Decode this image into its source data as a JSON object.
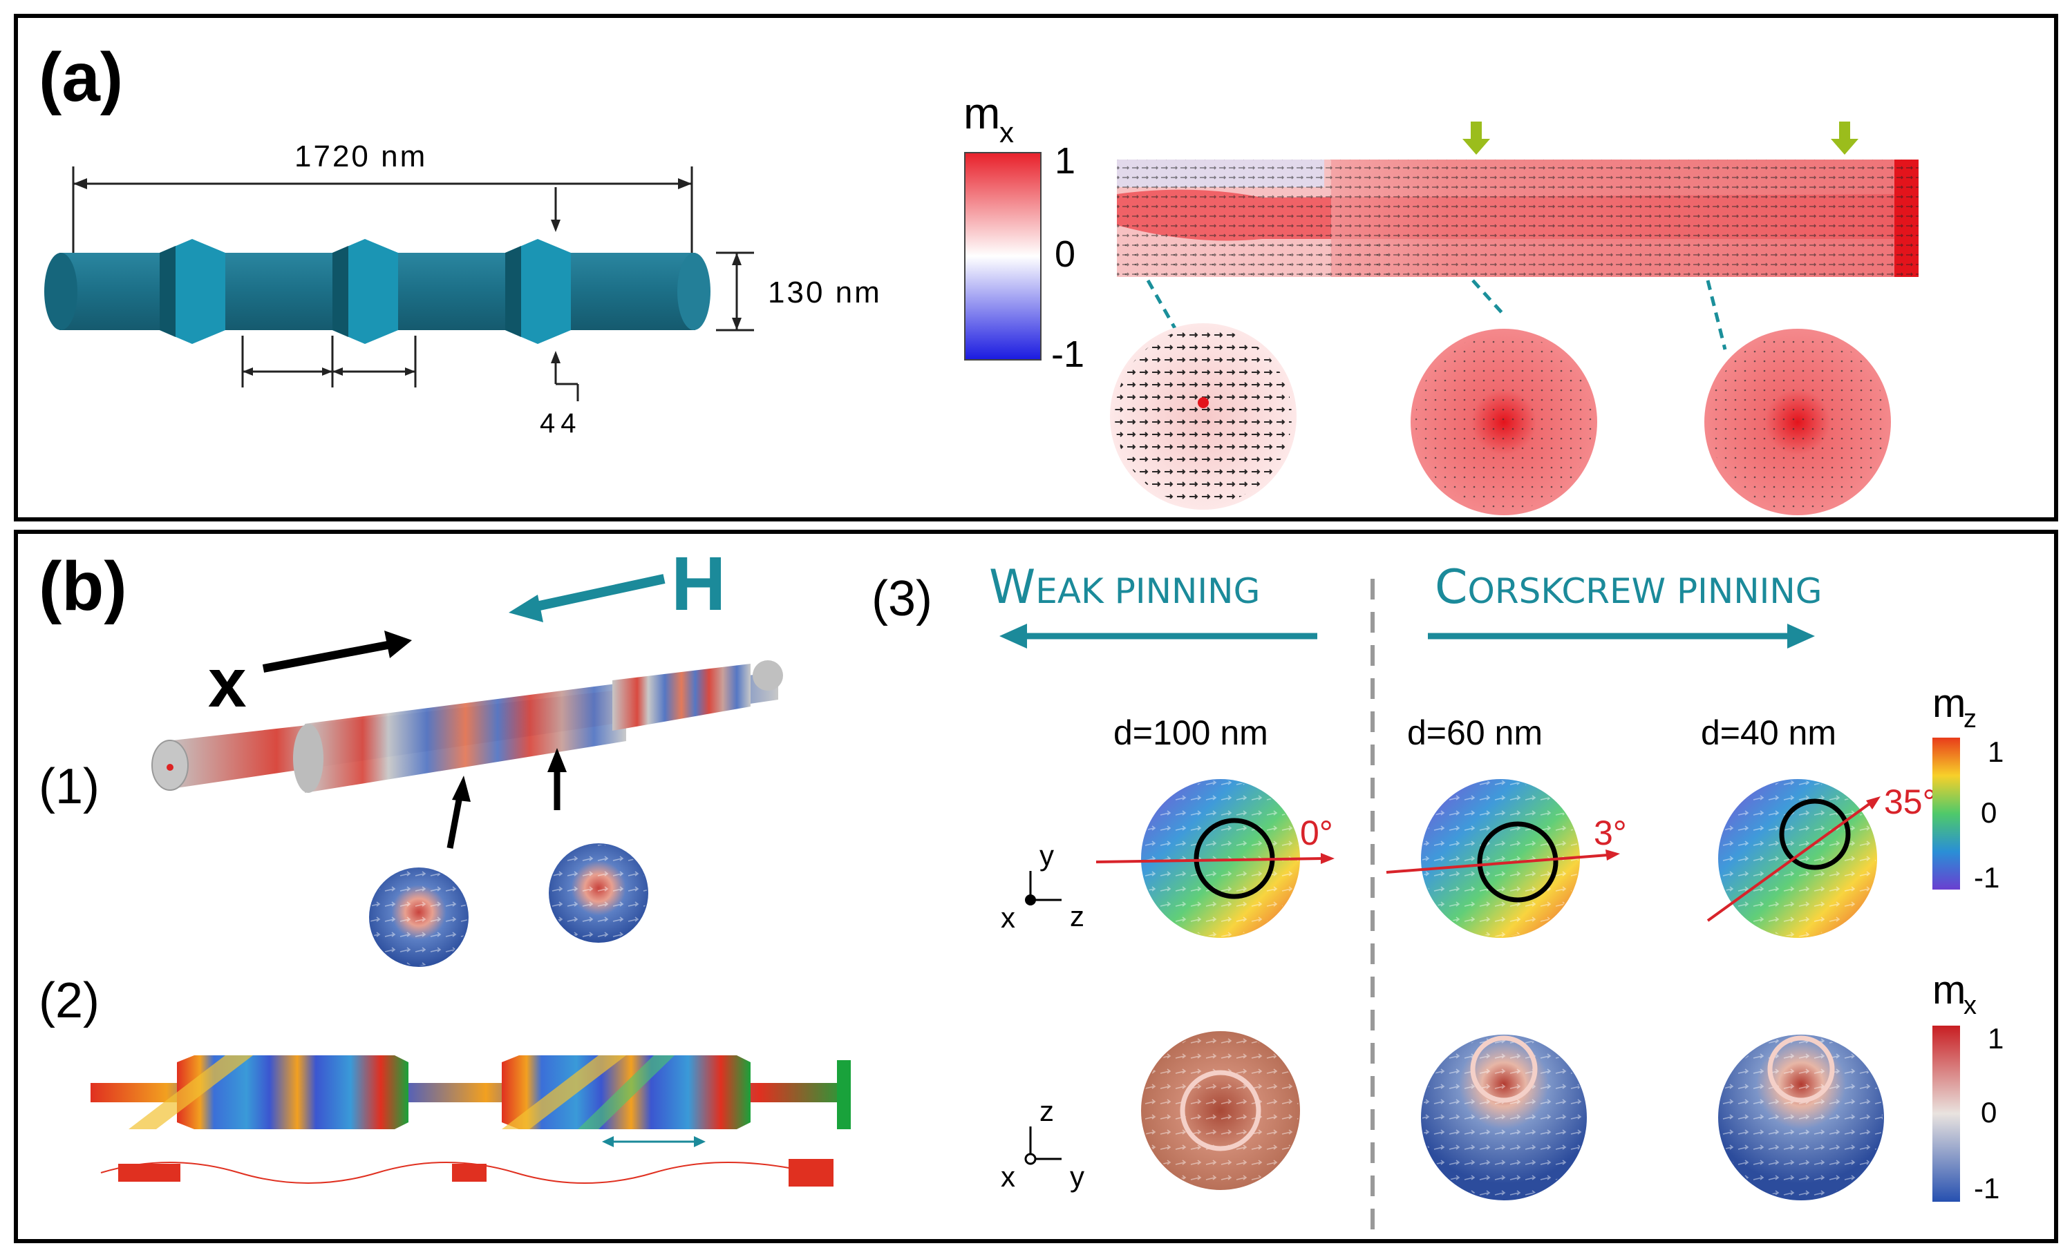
{
  "panel_a": {
    "label": "(a)",
    "length_label": "1720 nm",
    "diameter_label": "130 nm",
    "cut_label": "44",
    "colorbar": {
      "title": "m",
      "subscript": "x",
      "max": "1",
      "mid": "0",
      "min": "-1",
      "colors": {
        "max": "#e8202a",
        "mid": "#ffffff",
        "min": "#1a1ae0"
      }
    },
    "wire_color": "#1a6f86"
  },
  "panel_b": {
    "label": "(b)",
    "sub1": "(1)",
    "sub2": "(2)",
    "sub3": "(3)",
    "x_axis": "x",
    "field": "H",
    "weak_cap": "W",
    "weak_rest": "EAK PINNING",
    "cork_cap": "C",
    "cork_rest": "ORSKCREW PINNING",
    "d_values": [
      "d=100 nm",
      "d=60 nm",
      "d=40 nm"
    ],
    "angles": [
      "0°",
      "3°",
      "35°"
    ],
    "axes_top": {
      "y": "y",
      "x": "x",
      "z": "z"
    },
    "axes_bottom": {
      "z": "z",
      "x": "x",
      "y": "y"
    },
    "colorbar_z": {
      "title": "m",
      "subscript": "z",
      "max": "1",
      "mid": "0",
      "min": "-1"
    },
    "colorbar_x": {
      "title": "m",
      "subscript": "x",
      "max": "1",
      "mid": "0",
      "min": "-1"
    },
    "accent_color": "#1b8a9a"
  }
}
